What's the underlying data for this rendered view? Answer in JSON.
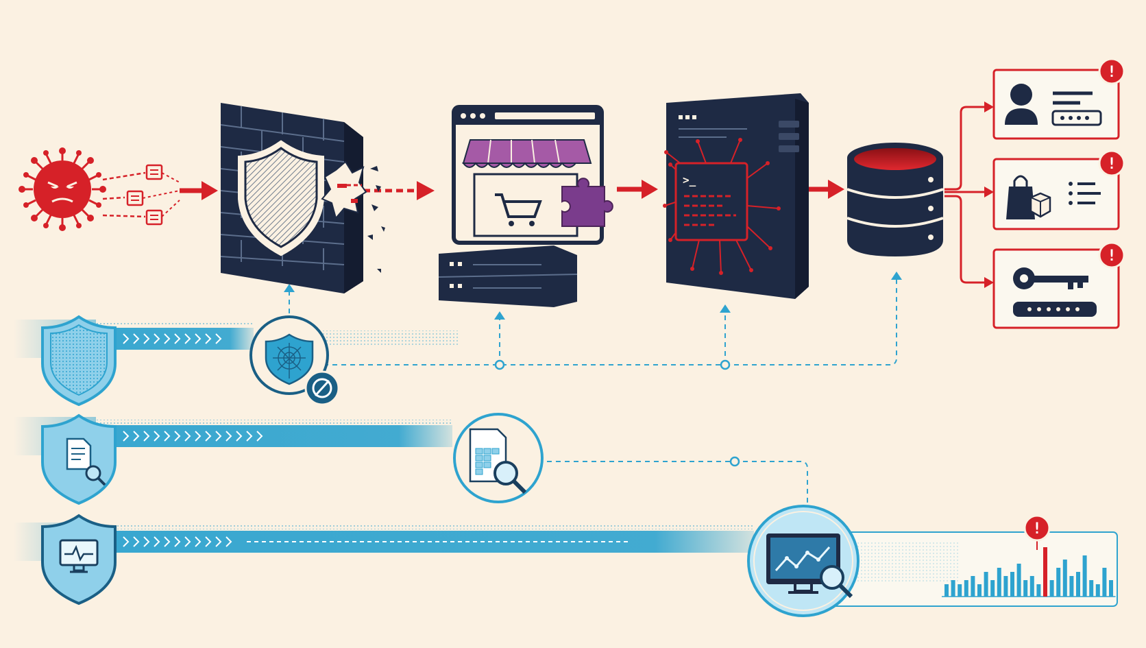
{
  "colors": {
    "background": "#fbf1e2",
    "threat_red": "#d62128",
    "navy": "#1e2a44",
    "defense_blue": "#2ea3cf",
    "light_blue": "#8fd0ea",
    "dark_blue": "#1a5f85",
    "storefront_purple": "#a55aa6",
    "puzzle_purple": "#7a3c8c"
  },
  "attack_chain": {
    "stages": [
      {
        "id": "malware",
        "icon": "virus-icon"
      },
      {
        "id": "firewall",
        "icon": "brick-wall-shield-icon"
      },
      {
        "id": "ecommerce",
        "icon": "storefront-browser-icon"
      },
      {
        "id": "server",
        "icon": "compromised-server-icon"
      },
      {
        "id": "database",
        "icon": "database-icon"
      }
    ],
    "compromised_data": [
      {
        "id": "user-credentials",
        "icon": "user-profile-icon",
        "alert": "!"
      },
      {
        "id": "order-data",
        "icon": "shopping-bag-icon",
        "alert": "!"
      },
      {
        "id": "keys",
        "icon": "key-icon",
        "alert": "!"
      }
    ]
  },
  "defense_lanes": [
    {
      "id": "protection",
      "icon": "shield-icon",
      "node_icon": "web-shield-blocked-icon"
    },
    {
      "id": "log-review",
      "icon": "document-search-shield-icon",
      "node_icon": "log-search-icon"
    },
    {
      "id": "monitoring",
      "icon": "monitor-shield-icon",
      "node_icon": "monitor-analytics-icon"
    }
  ],
  "alerts": {
    "anomaly_marker": "!"
  },
  "terminal": {
    "prompt": ">_"
  },
  "chart_data": {
    "type": "bar",
    "values": [
      3,
      4,
      3,
      4,
      5,
      3,
      6,
      4,
      7,
      5,
      6,
      8,
      4,
      5,
      3,
      12,
      4,
      7,
      9,
      5,
      6,
      10,
      4,
      3,
      7,
      4
    ],
    "highlight_index": 15,
    "highlight_color": "#d62128",
    "bar_color": "#2ea3cf"
  }
}
